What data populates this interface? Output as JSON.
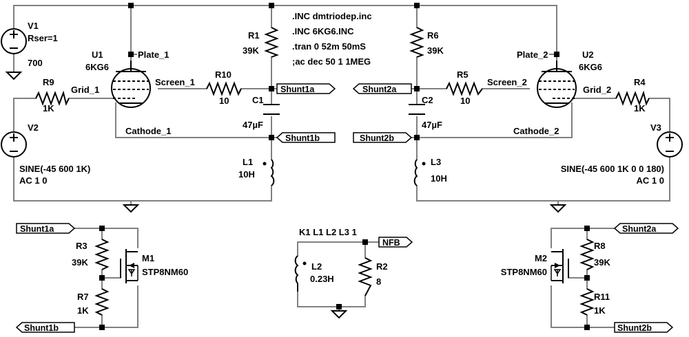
{
  "directives": [
    ".INC dmtriodep.inc",
    ".INC 6KG6.INC",
    ".tran 0 52m 50mS",
    ";ac dec 50 1 1MEG"
  ],
  "coupling": "K1 L1 L2 L3 1",
  "components": {
    "V1": {
      "name": "V1",
      "param": "Rser=1",
      "value": "700"
    },
    "V2": {
      "name": "V2",
      "value": "SINE(-45 600 1K)",
      "ac": "AC 1 0"
    },
    "V3": {
      "name": "V3",
      "value": "SINE(-45 600 1K 0 0 180)",
      "ac": "AC 1 0"
    },
    "U1": {
      "name": "U1",
      "model": "6KG6"
    },
    "U2": {
      "name": "U2",
      "model": "6KG6"
    },
    "R1": {
      "name": "R1",
      "value": "39K"
    },
    "R6": {
      "name": "R6",
      "value": "39K"
    },
    "R9": {
      "name": "R9",
      "value": "1K"
    },
    "R4": {
      "name": "R4",
      "value": "1K"
    },
    "R10": {
      "name": "R10",
      "value": "10"
    },
    "R5": {
      "name": "R5",
      "value": "10"
    },
    "C1": {
      "name": "C1",
      "value": "47µF"
    },
    "C2": {
      "name": "C2",
      "value": "47µF"
    },
    "L1": {
      "name": "L1",
      "value": "10H"
    },
    "L3": {
      "name": "L3",
      "value": "10H"
    },
    "L2": {
      "name": "L2",
      "value": "0.23H"
    },
    "R2": {
      "name": "R2",
      "value": "8"
    },
    "R3": {
      "name": "R3",
      "value": "39K"
    },
    "R7": {
      "name": "R7",
      "value": "1K"
    },
    "M1": {
      "name": "M1",
      "model": "STP8NM60"
    },
    "R8": {
      "name": "R8",
      "value": "39K"
    },
    "R11": {
      "name": "R11",
      "value": "1K"
    },
    "M2": {
      "name": "M2",
      "model": "STP8NM60"
    }
  },
  "nets": {
    "plate1": "Plate_1",
    "plate2": "Plate_2",
    "grid1": "Grid_1",
    "grid2": "Grid_2",
    "screen1": "Screen_1",
    "screen2": "Screen_2",
    "cathode1": "Cathode_1",
    "cathode2": "Cathode_2",
    "shunt1a": "Shunt1a",
    "shunt1b": "Shunt1b",
    "shunt2a": "Shunt2a",
    "shunt2b": "Shunt2b",
    "nfb": "NFB"
  }
}
